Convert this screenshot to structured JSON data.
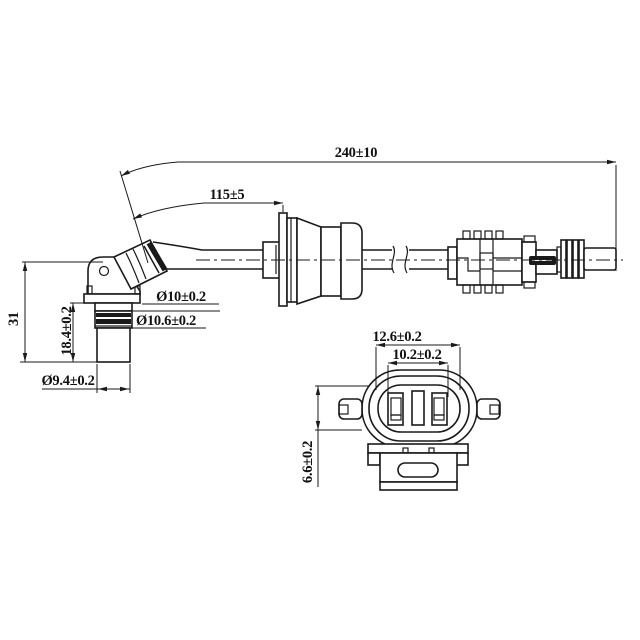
{
  "drawing": {
    "title": "right-angle sensor cable assembly engineering drawing",
    "background_color": "#ffffff",
    "line_color": "#1a1a1a",
    "views": {
      "side_view": "sensor with angled boot, cable, rubber grommet, bulkhead connector",
      "face_view": "2-slot oval connector front face"
    },
    "labels": {
      "overall_length": "240±10",
      "sensor_to_grommet": "115±5",
      "sensor_height": "31",
      "sensor_lower_height": "18.4±0.2",
      "diameter_flange": "Ø10±0.2",
      "diameter_oring": "Ø10.6±0.2",
      "diameter_barrel": "Ø9.4±0.2",
      "connector_outer_width": "12.6±0.2",
      "connector_inner_width": "10.2±0.2",
      "connector_opening_height": "6.6±0.2"
    }
  }
}
